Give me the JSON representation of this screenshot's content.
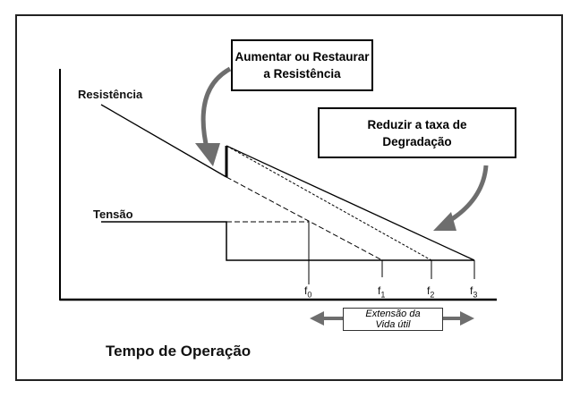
{
  "labels": {
    "resistance": "Resistência",
    "stress": "Tensão",
    "x_axis": "Tempo de Operação"
  },
  "boxes": {
    "increase_line1": "Aumentar ou Restaurar",
    "increase_line2": "a Resistência",
    "reduce_line1": "Reduzir a taxa de",
    "reduce_line2": "Degradação"
  },
  "ticks": [
    {
      "base": "f",
      "sub": "0"
    },
    {
      "base": "f",
      "sub": "1"
    },
    {
      "base": "f",
      "sub": "2"
    },
    {
      "base": "f",
      "sub": "3"
    }
  ],
  "extension": {
    "line1": "Extensão da",
    "line2": "Vida útil"
  },
  "colors": {
    "line": "#000000",
    "arrow": "#6e6e6e"
  }
}
